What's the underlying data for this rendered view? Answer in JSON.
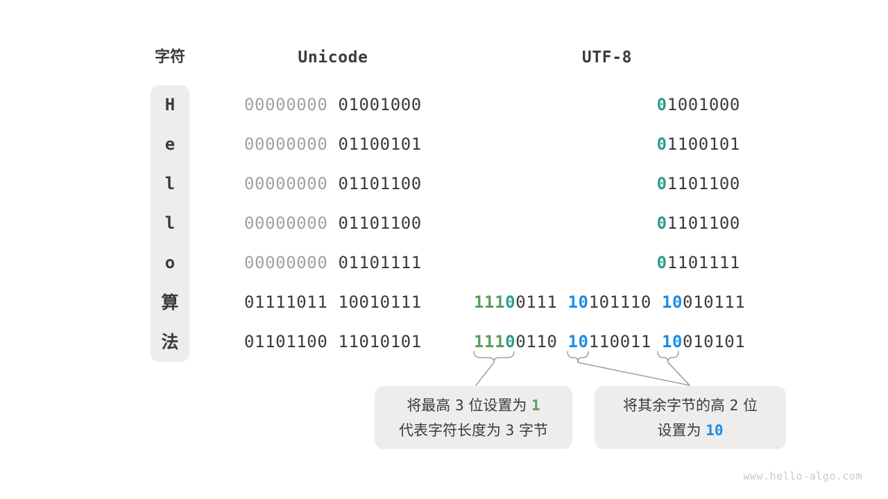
{
  "page": {
    "watermark": "www.hello-algo.com"
  },
  "colors": {
    "dark": "#3b3b3b",
    "muted": "#a1a1a1",
    "green": "#5a9e5e",
    "teal": "#2d9c90",
    "blue": "#1e8de8",
    "panel": "#ededed",
    "connector": "#8f8f8f",
    "watermark": "#c9c9c9"
  },
  "header": {
    "char": "字符",
    "unicode": "Unicode",
    "utf8": "UTF-8"
  },
  "table": {
    "rows": [
      {
        "char": "H",
        "unicode": [
          {
            "t": "00000000 ",
            "c": "muted"
          },
          {
            "t": "01001000"
          }
        ],
        "utf8": [
          {
            "t": "0",
            "c": "teal"
          },
          {
            "t": "1001000"
          }
        ]
      },
      {
        "char": "e",
        "unicode": [
          {
            "t": "00000000 ",
            "c": "muted"
          },
          {
            "t": "01100101"
          }
        ],
        "utf8": [
          {
            "t": "0",
            "c": "teal"
          },
          {
            "t": "1100101"
          }
        ]
      },
      {
        "char": "l",
        "unicode": [
          {
            "t": "00000000 ",
            "c": "muted"
          },
          {
            "t": "01101100"
          }
        ],
        "utf8": [
          {
            "t": "0",
            "c": "teal"
          },
          {
            "t": "1101100"
          }
        ]
      },
      {
        "char": "l",
        "unicode": [
          {
            "t": "00000000 ",
            "c": "muted"
          },
          {
            "t": "01101100"
          }
        ],
        "utf8": [
          {
            "t": "0",
            "c": "teal"
          },
          {
            "t": "1101100"
          }
        ]
      },
      {
        "char": "o",
        "unicode": [
          {
            "t": "00000000 ",
            "c": "muted"
          },
          {
            "t": "01101111"
          }
        ],
        "utf8": [
          {
            "t": "0",
            "c": "teal"
          },
          {
            "t": "1101111"
          }
        ]
      },
      {
        "char": "算",
        "unicode": [
          {
            "t": "01111011 10010111"
          }
        ],
        "utf8": [
          {
            "t": "111",
            "c": "green"
          },
          {
            "t": "0",
            "c": "teal"
          },
          {
            "t": "0111 "
          },
          {
            "t": "10",
            "c": "blue"
          },
          {
            "t": "101110 "
          },
          {
            "t": "10",
            "c": "blue"
          },
          {
            "t": "010111"
          }
        ]
      },
      {
        "char": "法",
        "unicode": [
          {
            "t": "01101100 11010101"
          }
        ],
        "utf8": [
          {
            "t": "111",
            "c": "green"
          },
          {
            "t": "0",
            "c": "teal"
          },
          {
            "t": "0110 "
          },
          {
            "t": "10",
            "c": "blue"
          },
          {
            "t": "110011 "
          },
          {
            "t": "10",
            "c": "blue"
          },
          {
            "t": "010101"
          }
        ]
      }
    ]
  },
  "callouts": [
    {
      "name": "callout-leading-byte",
      "lines": [
        [
          {
            "t": "将最高 "
          },
          {
            "t": "3",
            "c": "num"
          },
          {
            "t": " 位设置为 "
          },
          {
            "t": "1",
            "c": "num green"
          }
        ],
        [
          {
            "t": "代表字符长度为 "
          },
          {
            "t": "3",
            "c": "num"
          },
          {
            "t": " 字节"
          }
        ]
      ]
    },
    {
      "name": "callout-continuation-byte",
      "lines": [
        [
          {
            "t": "将其余字节的高 "
          },
          {
            "t": "2",
            "c": "num"
          },
          {
            "t": " 位"
          }
        ],
        [
          {
            "t": "设置为 "
          },
          {
            "t": "10",
            "c": "num blue"
          }
        ]
      ]
    }
  ]
}
